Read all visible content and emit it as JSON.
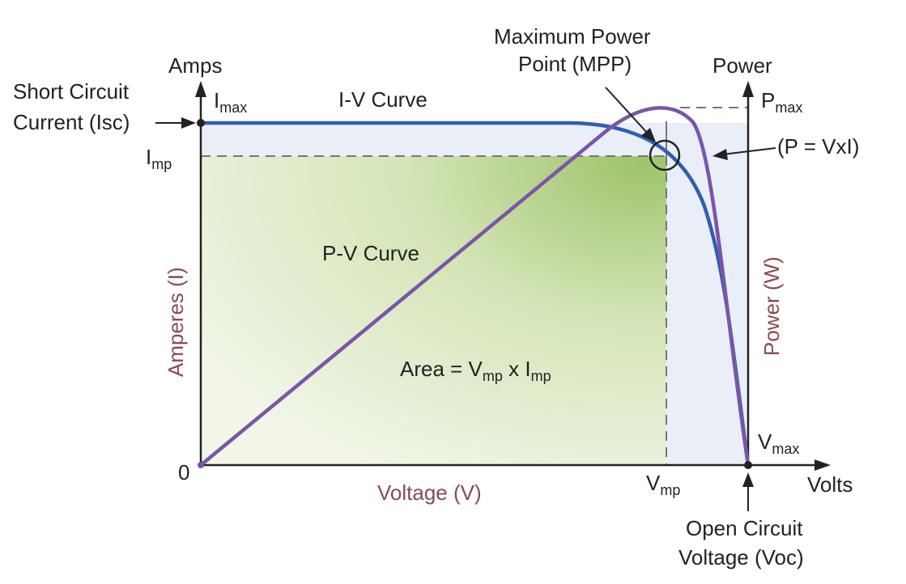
{
  "labels": {
    "amps": "Amps",
    "power": "Power",
    "volts": "Volts",
    "origin": "0",
    "imax_main": "I",
    "imax_sub": "max",
    "imp_main": "I",
    "imp_sub": "mp",
    "pmax_main": "P",
    "pmax_sub": "max",
    "vmp_main": "V",
    "vmp_sub": "mp",
    "vmax_main": "V",
    "vmax_sub": "max",
    "iv_curve": "I-V Curve",
    "pv_curve": "P-V Curve",
    "mpp_line1": "Maximum Power",
    "mpp_line2": "Point (MPP)",
    "pvxi": "(P = VxI)",
    "isc_line1": "Short Circuit",
    "isc_line2": "Current (Isc)",
    "voc_line1": "Open Circuit",
    "voc_line2": "Voltage (Voc)",
    "amperes_axis": "Amperes (I)",
    "power_axis": "Power (W)",
    "voltage_axis": "Voltage (V)",
    "area_prefix": "Area = V",
    "area_sub1": "mp",
    "area_mid": " x I",
    "area_sub2": "mp"
  },
  "colors": {
    "iv_curve": "#2f5fae",
    "pv_curve": "#7a55a8",
    "axis": "#222222",
    "dashed": "#777777",
    "area_green": "#c9dca6",
    "area_blue": "#e8eef7",
    "axis_title": "#8a4a52"
  }
}
